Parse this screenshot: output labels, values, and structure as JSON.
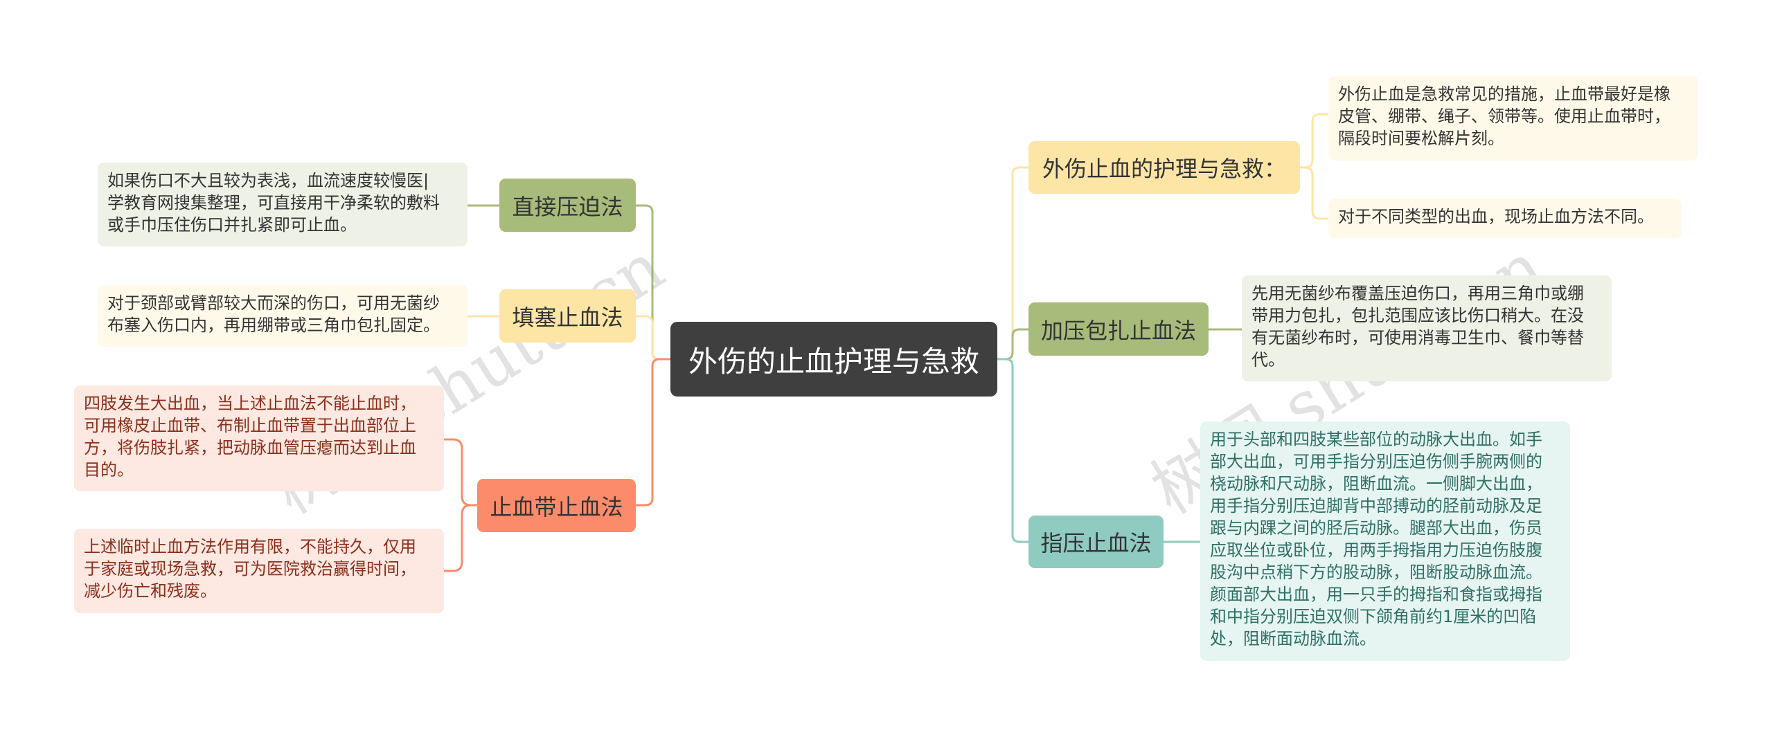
{
  "center": {
    "title": "外伤的止血护理与急救"
  },
  "left": {
    "direct": {
      "label": "直接压迫法",
      "text": [
        "如果伤口不大且较为表浅，血流速度较慢医|",
        "学教育网搜集整理，可直接用干净柔软的敷料",
        "或手巾压住伤口并扎紧即可止血。"
      ]
    },
    "pack": {
      "label": "填塞止血法",
      "text": [
        "对于颈部或臂部较大而深的伤口，可用无菌纱",
        "布塞入伤口内，再用绷带或三角巾包扎固定。"
      ]
    },
    "tourniquet": {
      "label": "止血带止血法",
      "text1": [
        "四肢发生大出血，当上述止血法不能止血时，",
        "可用橡皮止血带、布制止血带置于出血部位上",
        "方，将伤肢扎紧，把动脉血管压瘪而达到止血",
        "目的。"
      ],
      "text2": [
        "上述临时止血方法作用有限，不能持久，仅用",
        "于家庭或现场急救，可为医院救治赢得时间，",
        "减少伤亡和残废。"
      ]
    }
  },
  "right": {
    "intro": {
      "label": "外伤止血的护理与急救：",
      "text1": [
        "外伤止血是急救常见的措施，止血带最好是橡",
        "皮管、绷带、绳子、领带等。使用止血带时，",
        "隔段时间要松解片刻。"
      ],
      "text2": [
        "对于不同类型的出血，现场止血方法不同。"
      ]
    },
    "bandage": {
      "label": "加压包扎止血法",
      "text": [
        "先用无菌纱布覆盖压迫伤口，再用三角巾或绷",
        "带用力包扎，包扎范围应该比伤口稍大。在没",
        "有无菌纱布时，可使用消毒卫生巾、餐巾等替",
        "代。"
      ]
    },
    "finger": {
      "label": "指压止血法",
      "text": [
        "用于头部和四肢某些部位的动脉大出血。如手",
        "部大出血，可用手指分别压迫伤侧手腕两侧的",
        "桡动脉和尺动脉，阻断血流。一侧脚大出血，",
        "用手指分别压迫脚背中部搏动的胫前动脉及足",
        "跟与内踝之间的胫后动脉。腿部大出血，伤员",
        "应取坐位或卧位，用两手拇指用力压迫伤肢腹",
        "股沟中点稍下方的股动脉，阻断股动脉血流。",
        "颜面部大出血，用一只手的拇指和食指或拇指",
        "和中指分别压迫双侧下颌角前约1厘米的凹陷",
        "处，阻断面动脉血流。"
      ]
    }
  },
  "watermarks": [
    "树图 shutu.cn",
    "树图 shutu.cn"
  ],
  "colors": {
    "green": "#a7bb7b",
    "yellow": "#fde5a6",
    "orange": "#fb8b6a",
    "teal": "#8fcbc0",
    "center": "#3f3f3f"
  }
}
